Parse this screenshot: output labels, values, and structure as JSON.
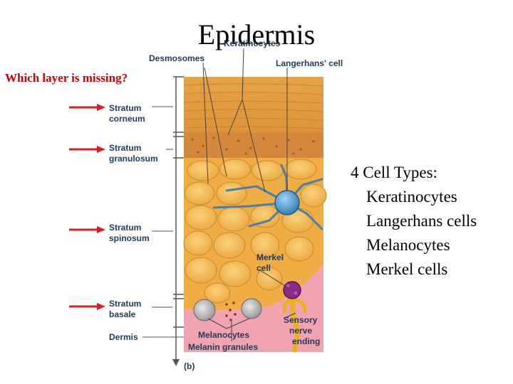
{
  "title": "Epidermis",
  "question": "Which layer is missing?",
  "cell_types": {
    "heading": "4 Cell Types:",
    "items": [
      "Keratinocytes",
      "Langerhans cells",
      "Melanocytes",
      "Merkel cells"
    ]
  },
  "labels": {
    "desmosomes": "Desmosomes",
    "keratinocytes": "Keratinocytes",
    "langerhans": "Langerhans' cell",
    "stratum_corneum": [
      "Stratum",
      "corneum"
    ],
    "stratum_granulosum": [
      "Stratum",
      "granulosum"
    ],
    "stratum_spinosum": [
      "Stratum",
      "spinosum"
    ],
    "stratum_basale": [
      "Stratum",
      "basale"
    ],
    "dermis": "Dermis",
    "merkel": [
      "Merkel",
      "cell"
    ],
    "sensory": [
      "Sensory",
      "nerve",
      "ending"
    ],
    "melanocytes": "Melanocytes",
    "melanin": "Melanin granules",
    "panel": "(b)"
  },
  "colors": {
    "arrow": "#d81e1e",
    "corneum": "#e9a648",
    "granulosum": "#d98a3a",
    "spinosum": "#f2b54c",
    "dermis": "#f2a6b2",
    "langerhans": "#3a8fc9",
    "merkel": "#8a2a8a",
    "nerve": "#f3c22a"
  }
}
